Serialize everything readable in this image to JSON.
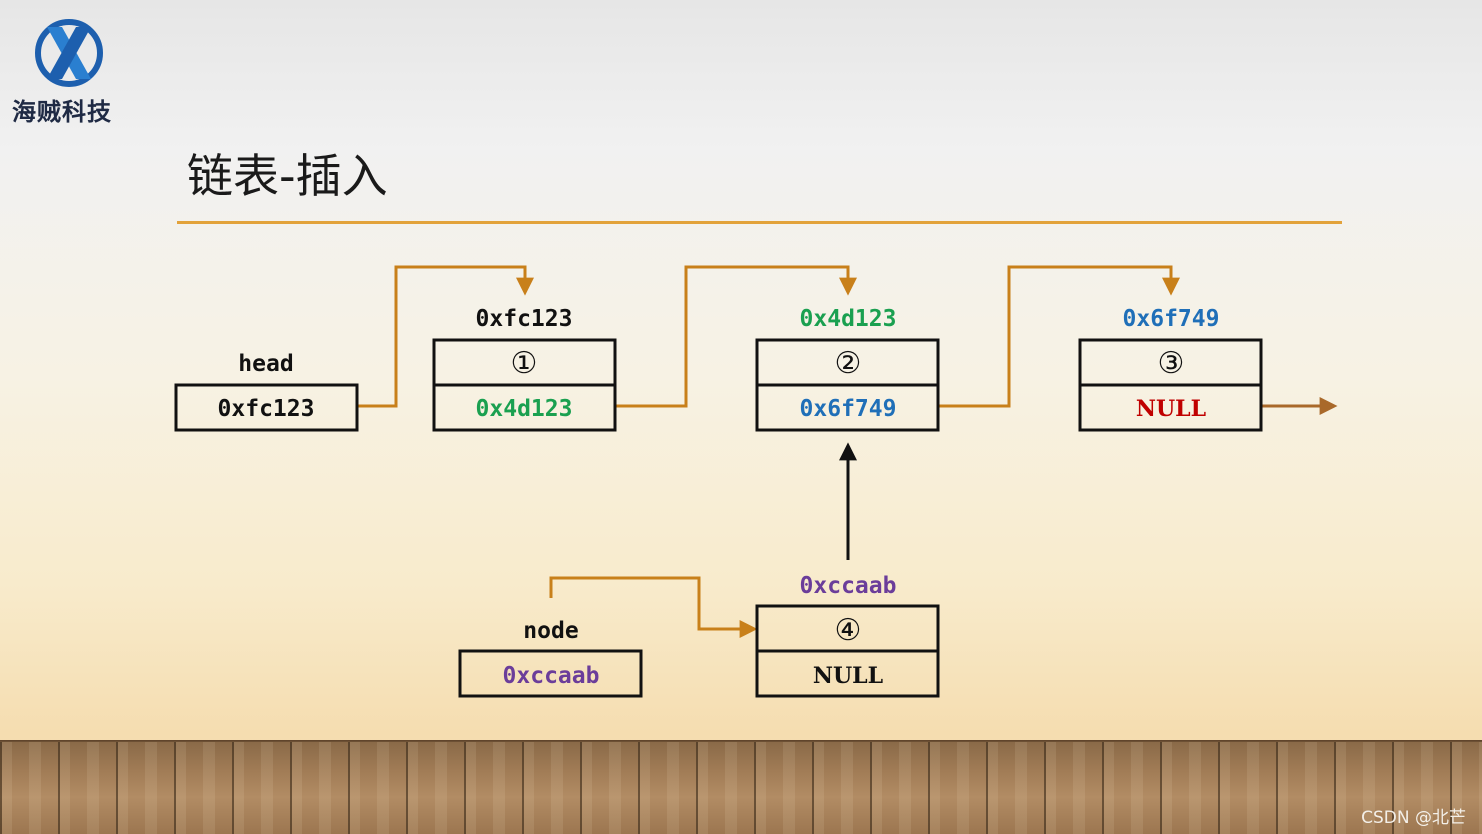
{
  "brand": {
    "name": "海贼科技"
  },
  "slide": {
    "title": "链表-插入"
  },
  "head": {
    "label": "head",
    "value": "0xfc123"
  },
  "node_var": {
    "label": "node",
    "value": "0xccaab"
  },
  "nodes": [
    {
      "address": "0xfc123",
      "number": "①",
      "next": "0x4d123"
    },
    {
      "address": "0x4d123",
      "number": "②",
      "next": "0x6f749"
    },
    {
      "address": "0x6f749",
      "number": "③",
      "next": "NULL"
    },
    {
      "address": "0xccaab",
      "number": "④",
      "next": "NULL"
    }
  ],
  "colors": {
    "black": "#111111",
    "green": "#1aa050",
    "blue": "#1f6fb8",
    "red": "#c00000",
    "purple": "#6b3d9a",
    "arrow": "#c8801a",
    "arrow_out": "#a9692a",
    "rule": "#e2a23a"
  },
  "watermark": "CSDN @北芒"
}
